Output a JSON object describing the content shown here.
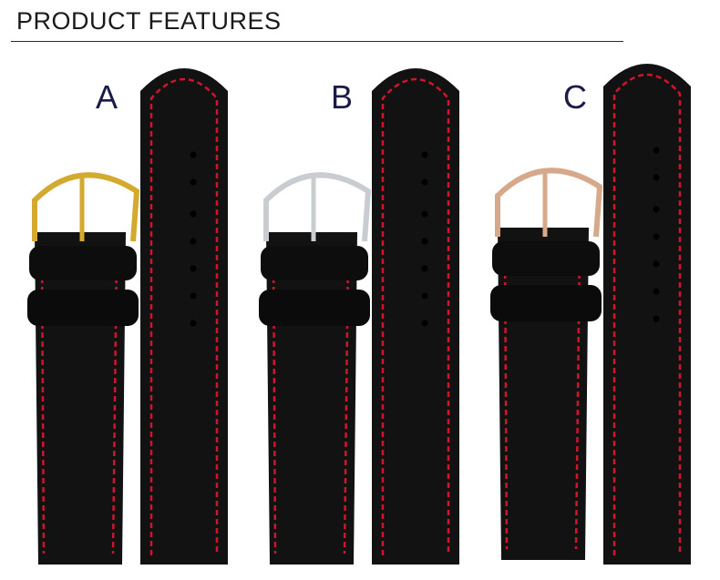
{
  "header": {
    "title": "PRODUCT FEATURES"
  },
  "variants": [
    {
      "label": "A",
      "buckle": "gold-buckle-icon",
      "buckle_color": "#d4a92f"
    },
    {
      "label": "B",
      "buckle": "silver-buckle-icon",
      "buckle_color": "#c9ccd0"
    },
    {
      "label": "C",
      "buckle": "rose-gold-buckle-icon",
      "buckle_color": "#d6a98a"
    }
  ],
  "colors": {
    "leather": "#111111",
    "stitching": "#d0142a",
    "letters": "#1b1b4a"
  }
}
